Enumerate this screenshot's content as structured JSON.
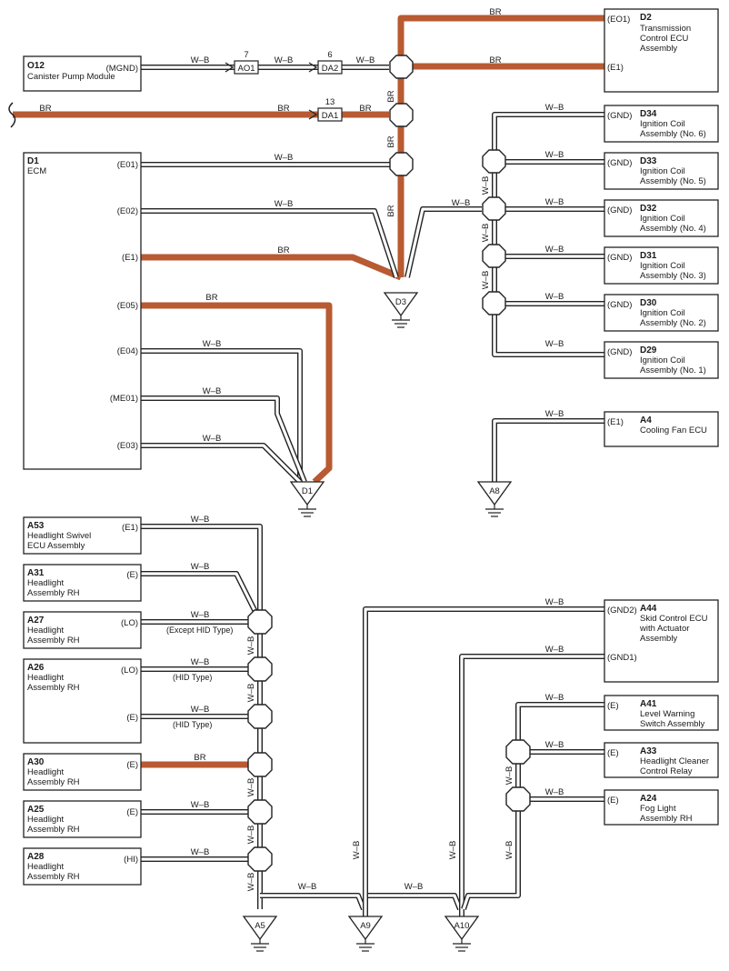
{
  "colors": {
    "br_wire": "#b85a32",
    "wb_wire": "#222222"
  },
  "wire_colors": {
    "wb": "W–B",
    "br": "BR"
  },
  "components": {
    "D2": {
      "id": "D2",
      "name": [
        "Transmission",
        "Control ECU",
        "Assembly"
      ],
      "pins": [
        "(EO1)",
        "(E1)"
      ]
    },
    "O12": {
      "id": "O12",
      "name": [
        "Canister Pump Module"
      ],
      "pins": [
        "(MGND)"
      ]
    },
    "D1": {
      "id": "D1",
      "name": [
        "ECM"
      ],
      "pins": [
        "(E01)",
        "(E02)",
        "(E1)",
        "(E05)",
        "(E04)",
        "(ME01)",
        "(E03)"
      ]
    },
    "D34": {
      "id": "D34",
      "name": [
        "Ignition Coil",
        "Assembly (No. 6)"
      ],
      "pin": "(GND)"
    },
    "D33": {
      "id": "D33",
      "name": [
        "Ignition Coil",
        "Assembly (No. 5)"
      ],
      "pin": "(GND)"
    },
    "D32": {
      "id": "D32",
      "name": [
        "Ignition Coil",
        "Assembly (No. 4)"
      ],
      "pin": "(GND)"
    },
    "D31": {
      "id": "D31",
      "name": [
        "Ignition Coil",
        "Assembly (No. 3)"
      ],
      "pin": "(GND)"
    },
    "D30": {
      "id": "D30",
      "name": [
        "Ignition Coil",
        "Assembly (No. 2)"
      ],
      "pin": "(GND)"
    },
    "D29": {
      "id": "D29",
      "name": [
        "Ignition Coil",
        "Assembly (No. 1)"
      ],
      "pin": "(GND)"
    },
    "A4": {
      "id": "A4",
      "name": [
        "Cooling Fan ECU"
      ],
      "pin": "(E1)"
    },
    "A53": {
      "id": "A53",
      "name": [
        "Headlight Swivel",
        "ECU Assembly"
      ],
      "pin": "(E1)"
    },
    "A31": {
      "id": "A31",
      "name": [
        "Headlight",
        "Assembly RH"
      ],
      "pin": "(E)"
    },
    "A27": {
      "id": "A27",
      "name": [
        "Headlight",
        "Assembly RH"
      ],
      "pin": "(LO)"
    },
    "A26": {
      "id": "A26",
      "name": [
        "Headlight",
        "Assembly RH"
      ],
      "pins": [
        "(LO)",
        "(E)"
      ]
    },
    "A30": {
      "id": "A30",
      "name": [
        "Headlight",
        "Assembly RH"
      ],
      "pin": "(E)"
    },
    "A25": {
      "id": "A25",
      "name": [
        "Headlight",
        "Assembly RH"
      ],
      "pin": "(E)"
    },
    "A28": {
      "id": "A28",
      "name": [
        "Headlight",
        "Assembly RH"
      ],
      "pin": "(HI)"
    },
    "A44": {
      "id": "A44",
      "name": [
        "Skid Control ECU",
        "with Actuator",
        "Assembly"
      ],
      "pins": [
        "(GND2)",
        "(GND1)"
      ]
    },
    "A41": {
      "id": "A41",
      "name": [
        "Level Warning",
        "Switch Assembly"
      ],
      "pin": "(E)"
    },
    "A33": {
      "id": "A33",
      "name": [
        "Headlight Cleaner",
        "Control Relay"
      ],
      "pin": "(E)"
    },
    "A24": {
      "id": "A24",
      "name": [
        "Fog Light",
        "Assembly RH"
      ],
      "pin": "(E)"
    }
  },
  "connectors": {
    "AO1": {
      "label": "AO1",
      "pin": "7"
    },
    "DA2": {
      "label": "DA2",
      "pin": "6"
    },
    "DA1": {
      "label": "DA1",
      "pin": "13"
    }
  },
  "grounds": [
    "D3",
    "D1",
    "A8",
    "A5",
    "A9",
    "A10"
  ],
  "notes": {
    "except_hid": "(Except HID Type)",
    "hid_1": "(HID Type)",
    "hid_2": "(HID Type)"
  }
}
